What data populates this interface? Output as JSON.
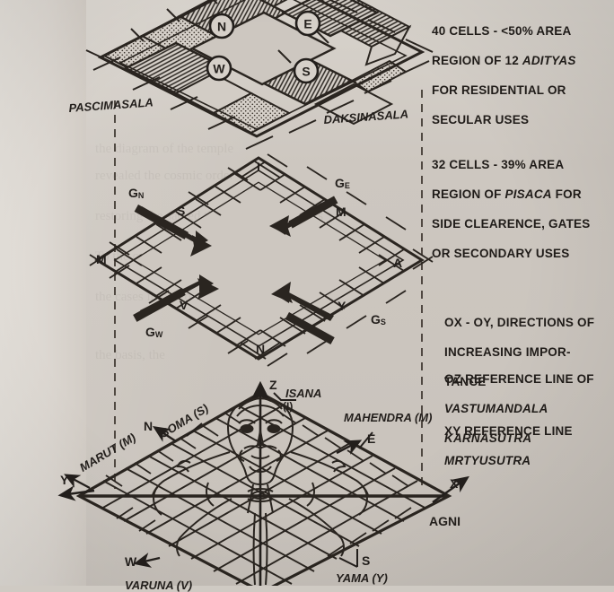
{
  "figure": {
    "title_hidden": "",
    "background_color": "#cdc7c0",
    "ink_color": "#231f1c"
  },
  "captions": [
    {
      "id": "caption-adityas",
      "lines": [
        {
          "text": "40 CELLS - <50% AREA",
          "italic": false
        },
        {
          "text": "REGION OF 12 ",
          "italic": false,
          "tail": "ADITYAS",
          "tail_italic": true
        },
        {
          "text": "FOR RESIDENTIAL OR",
          "italic": false
        },
        {
          "text": "SECULAR USES",
          "italic": false
        }
      ],
      "line1": "40 CELLS - <50% AREA",
      "line2a": "REGION OF 12 ",
      "line2b": "ADITYAS",
      "line3": "FOR RESIDENTIAL OR",
      "line4": "SECULAR USES"
    },
    {
      "id": "caption-pisaca",
      "line1": "32 CELLS - 39% AREA",
      "line2a": "REGION OF ",
      "line2b": "PISACA",
      "line2c": " FOR",
      "line3": "SIDE CLEARENCE, GATES",
      "line4": "OR SECONDARY USES"
    },
    {
      "id": "caption-ox-oy",
      "line1": "OX - OY, DIRECTIONS OF",
      "line2": "INCREASING IMPOR-",
      "line3": "TANCE"
    },
    {
      "id": "caption-oz",
      "line1": "OZ REFERENCE LINE OF",
      "line2": "VASTUMANDALA",
      "line3": "KARNASUTRA"
    },
    {
      "id": "caption-xy",
      "line1": "XY  REFERENCE LINE",
      "line2": "MRTYUSUTRA"
    }
  ],
  "top_diagram": {
    "name": "adityas-grid",
    "cell_labels": [
      "N",
      "E",
      "W",
      "S"
    ],
    "side_label_left": "PASCIMASALA",
    "side_label_right": "DAKSINASALA"
  },
  "middle_diagram": {
    "name": "pisaca-ring-grid",
    "gate_labels": [
      {
        "base": "G",
        "sub": "N"
      },
      {
        "base": "G",
        "sub": "E"
      },
      {
        "base": "G",
        "sub": "W"
      },
      {
        "base": "G",
        "sub": "S"
      }
    ],
    "gate_n": "G",
    "gate_n_sub": "N",
    "gate_e": "G",
    "gate_e_sub": "E",
    "gate_w": "G",
    "gate_w_sub": "W",
    "gate_s": "G",
    "gate_s_sub": "S",
    "corner_top": "I",
    "corner_left": "M",
    "corner_right": "A",
    "corner_bottom": "N",
    "edge_top_left": "S",
    "edge_top_right": "M",
    "edge_bottom_left": "V",
    "edge_bottom_right": "Y"
  },
  "bottom_diagram": {
    "name": "vastu-purusha-mandala",
    "axis_z": "Z",
    "axis_x": "X",
    "axis_y": "Y",
    "isana": "ISANA",
    "isana_sym": "(I)",
    "mahendra": "MAHENDRA (M)",
    "soma": "SOMA (S)",
    "marut": "MARUT (M)",
    "yama": "YAMA (Y)",
    "varuna": "VARUNA (V)",
    "agni": "AGNI",
    "dir_n": "N",
    "dir_e": "E",
    "dir_s": "S",
    "dir_w": "W"
  }
}
